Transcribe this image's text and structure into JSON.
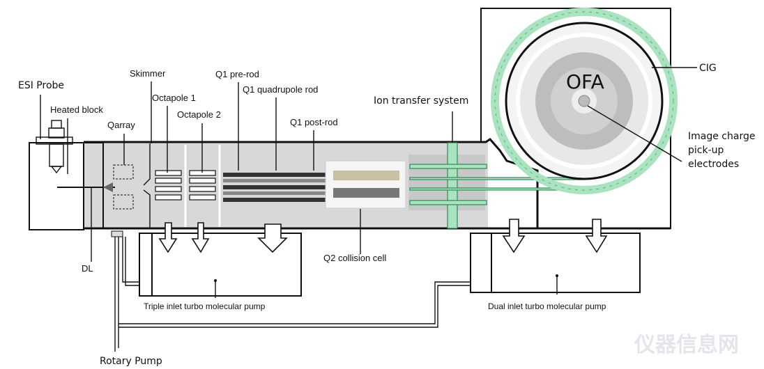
{
  "labels": {
    "esi_probe": "ESI Probe",
    "heated_block": "Heated block",
    "skimmer": "Skimmer",
    "qarray": "Qarray",
    "octapole1": "Octapole 1",
    "octapole2": "Octapole 2",
    "q1_pre_rod": "Q1 pre-rod",
    "q1_quadrupole_rod": "Q1 quadrupole rod",
    "q1_post_rod": "Q1 post-rod",
    "ion_transfer_system": "Ion transfer system",
    "cig": "CIG",
    "image_charge": [
      "Image charge",
      "pick-up",
      "electrodes"
    ],
    "ofa": "OFA",
    "q2_collision_cell": "Q2 collision cell",
    "dl": "DL",
    "triple_pump": "Triple inlet turbo molecular pump",
    "dual_pump": "Dual inlet turbo molecular pump",
    "rotary_pump": "Rotary Pump"
  },
  "watermark": "仪器信息网",
  "colors": {
    "ion_path": "#a9e3c0",
    "chamber": "#d9d9d9"
  }
}
